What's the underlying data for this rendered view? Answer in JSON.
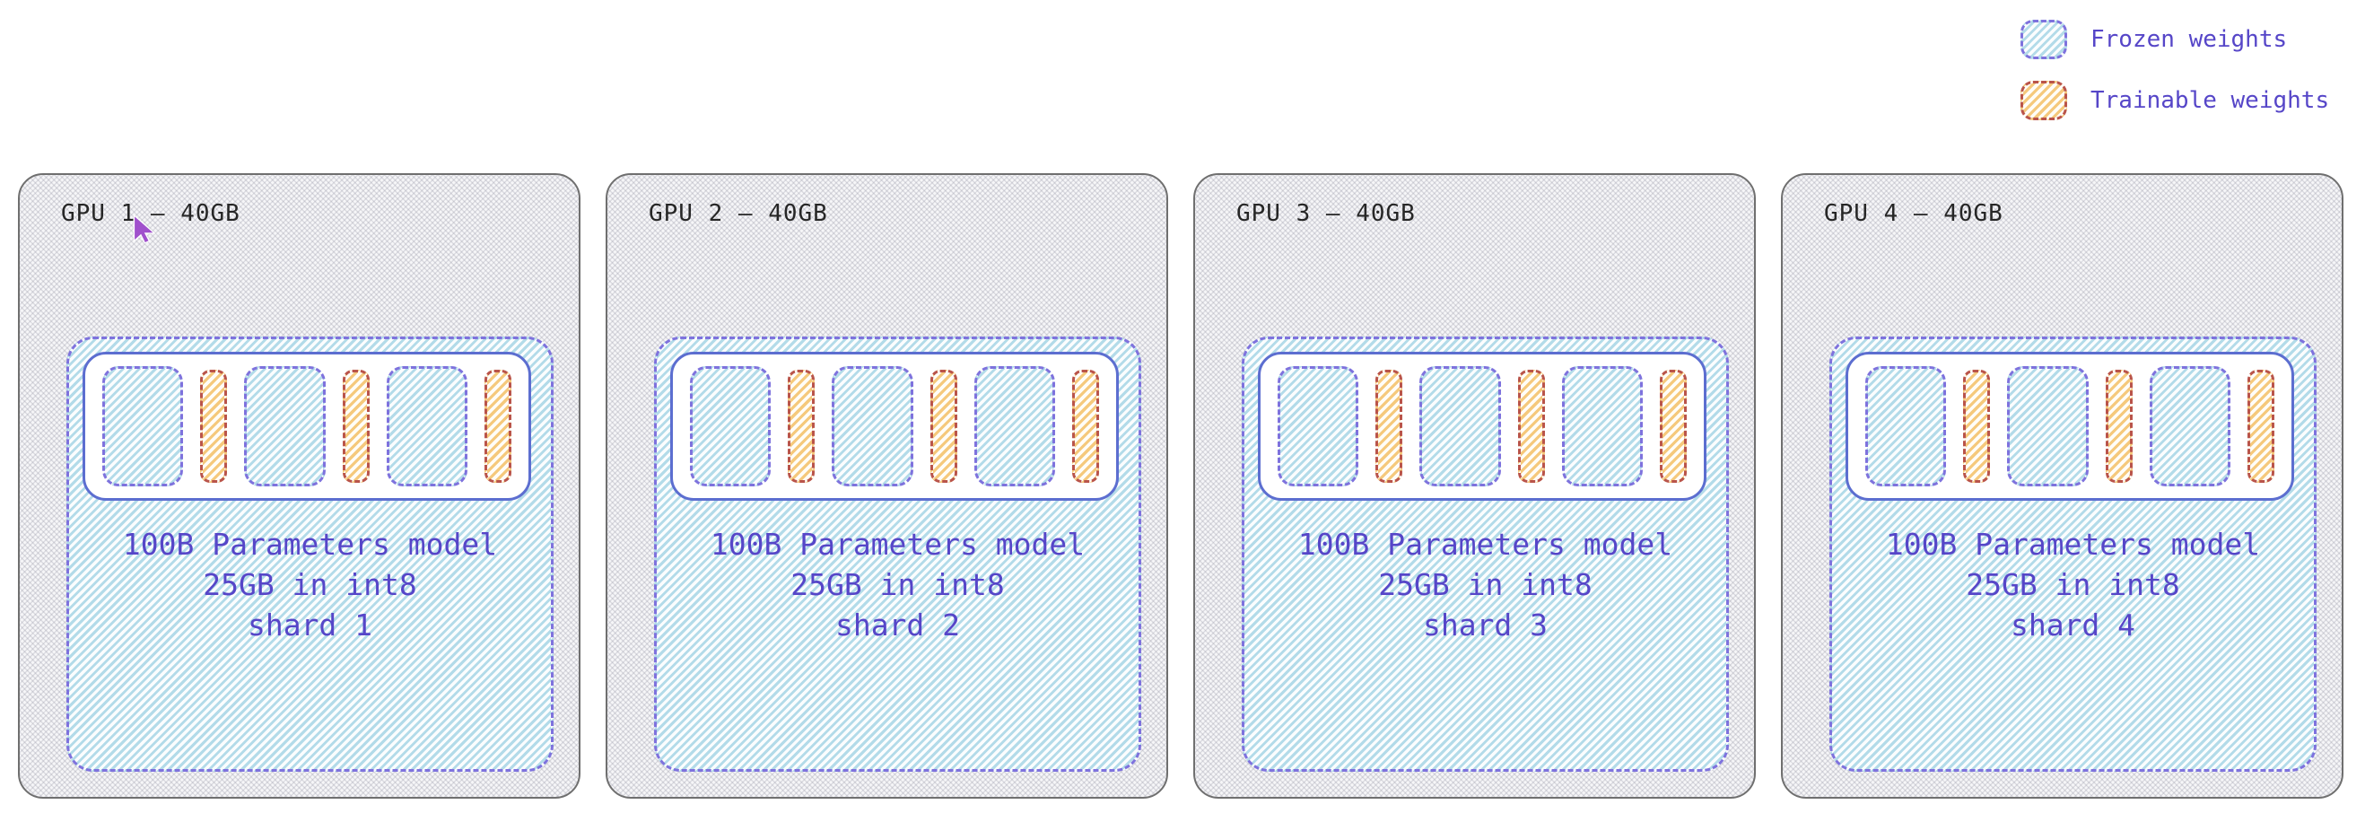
{
  "legend": {
    "items": [
      {
        "id": "frozen",
        "label": "Frozen weights"
      },
      {
        "id": "trainable",
        "label": "Trainable weights"
      }
    ]
  },
  "gpus": [
    {
      "title": "GPU 1 – 40GB",
      "shard_lines": [
        "100B Parameters model",
        "25GB in int8",
        "shard 1"
      ],
      "has_cursor": true,
      "weights_pattern": [
        "frozen",
        "trainable",
        "frozen",
        "trainable",
        "frozen",
        "trainable"
      ]
    },
    {
      "title": "GPU 2 – 40GB",
      "shard_lines": [
        "100B Parameters model",
        "25GB in int8",
        "shard 2"
      ],
      "has_cursor": false,
      "weights_pattern": [
        "frozen",
        "trainable",
        "frozen",
        "trainable",
        "frozen",
        "trainable"
      ]
    },
    {
      "title": "GPU 3 – 40GB",
      "shard_lines": [
        "100B Parameters model",
        "25GB in int8",
        "shard 3"
      ],
      "has_cursor": false,
      "weights_pattern": [
        "frozen",
        "trainable",
        "frozen",
        "trainable",
        "frozen",
        "trainable"
      ]
    },
    {
      "title": "GPU 4 – 40GB",
      "shard_lines": [
        "100B Parameters model",
        "25GB in int8",
        "shard 4"
      ],
      "has_cursor": false,
      "weights_pattern": [
        "frozen",
        "trainable",
        "frozen",
        "trainable",
        "frozen",
        "trainable"
      ]
    }
  ],
  "colors": {
    "frozen_fill": "#b3dbe9",
    "frozen_border": "#7e72dd",
    "trainable_fill": "#f5c97c",
    "trainable_border": "#b9544a",
    "weights_row_border": "#5c6ed0",
    "text_purple": "#5646c8",
    "gpu_label_color": "#262626",
    "cursor_purple": "#a050cc"
  }
}
